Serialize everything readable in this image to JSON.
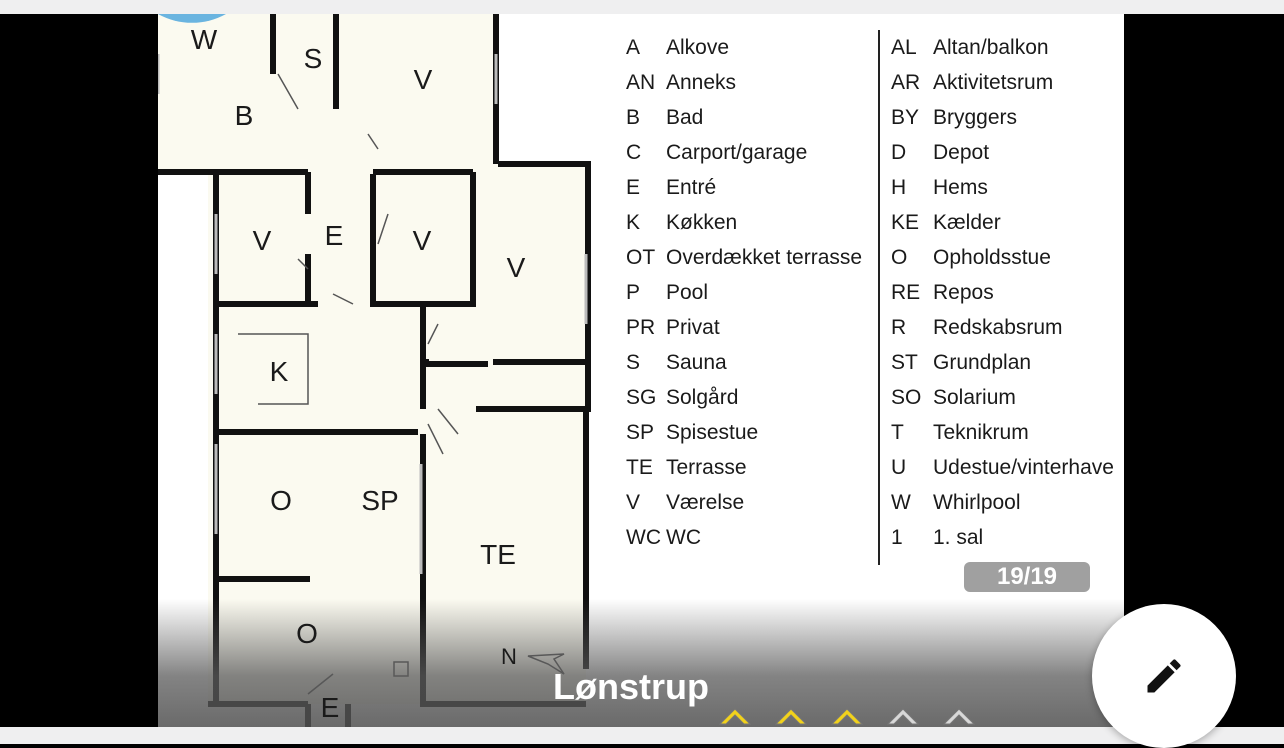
{
  "gallery": {
    "counter": "19/19",
    "title": "Lønstrup",
    "rating": {
      "filled": 3,
      "total": 5
    },
    "colors": {
      "star_filled": "#f2d21b",
      "star_empty": "#d8d8d8",
      "whirlpool": "#6ab4e0"
    }
  },
  "floorplan": {
    "rooms": [
      "W",
      "S",
      "V",
      "B",
      "V",
      "E",
      "V",
      "V",
      "K",
      "O",
      "SP",
      "TE",
      "O",
      "E"
    ],
    "north_label": "N"
  },
  "legend": {
    "left": [
      {
        "code": "A",
        "name": "Alkove"
      },
      {
        "code": "AN",
        "name": "Anneks"
      },
      {
        "code": "B",
        "name": "Bad"
      },
      {
        "code": "C",
        "name": "Carport/garage"
      },
      {
        "code": "E",
        "name": "Entré"
      },
      {
        "code": "K",
        "name": "Køkken"
      },
      {
        "code": "OT",
        "name": "Overdækket terrasse"
      },
      {
        "code": "P",
        "name": "Pool"
      },
      {
        "code": "PR",
        "name": "Privat"
      },
      {
        "code": "S",
        "name": "Sauna"
      },
      {
        "code": "SG",
        "name": "Solgård"
      },
      {
        "code": "SP",
        "name": "Spisestue"
      },
      {
        "code": "TE",
        "name": "Terrasse"
      },
      {
        "code": "V",
        "name": "Værelse"
      },
      {
        "code": "WC",
        "name": "WC"
      }
    ],
    "right": [
      {
        "code": "AL",
        "name": "Altan/balkon"
      },
      {
        "code": "AR",
        "name": "Aktivitetsrum"
      },
      {
        "code": "BY",
        "name": "Bryggers"
      },
      {
        "code": "D",
        "name": "Depot"
      },
      {
        "code": "H",
        "name": "Hems"
      },
      {
        "code": "KE",
        "name": "Kælder"
      },
      {
        "code": "O",
        "name": "Opholdsstue"
      },
      {
        "code": "RE",
        "name": "Repos"
      },
      {
        "code": "R",
        "name": "Redskabsrum"
      },
      {
        "code": "ST",
        "name": "Grundplan"
      },
      {
        "code": "SO",
        "name": "Solarium"
      },
      {
        "code": "T",
        "name": "Teknikrum"
      },
      {
        "code": "U",
        "name": "Udestue/vinterhave"
      },
      {
        "code": "W",
        "name": "Whirlpool"
      },
      {
        "code": "1",
        "name": "1. sal"
      }
    ]
  },
  "actions": {
    "edit": "edit"
  }
}
